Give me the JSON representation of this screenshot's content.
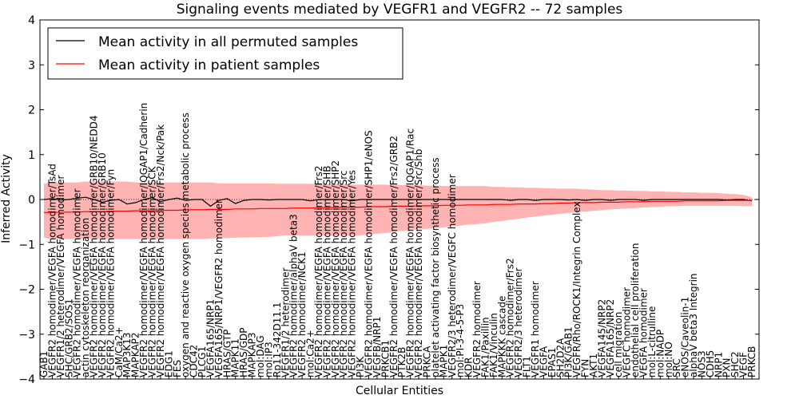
{
  "chart_data": {
    "type": "line",
    "title": "Signaling events mediated by VEGFR1 and VEGFR2 -- 72 samples",
    "xlabel": "Cellular Entities",
    "ylabel": "Inferred Activity",
    "ylim": [
      -4,
      4
    ],
    "yticks": [
      "−4",
      "−3",
      "−2",
      "−1",
      "0",
      "1",
      "2",
      "3",
      "4"
    ],
    "legend": {
      "placement": "top-left",
      "entries": [
        "Mean activity in all permuted samples",
        "Mean activity in patient samples"
      ]
    },
    "colors": {
      "permuted": "#000000",
      "patient": "#ff0000",
      "band": "#ff9999"
    },
    "categories": [
      "GAB1",
      "VEGFR2 homodimer/VEGFA homodimer/TsAd",
      "VEGFR1/2 heterodimer/VEGFA homodimer",
      "SHC/GRB2/SOS1",
      "VEGFR2 homodimer/VEGFA homodimer",
      "actin cytoskeleton reorganization",
      "VEGFR2 homodimer/VEGFA homodimer/GRB10/NEDD4",
      "VEGFR2 homodimer/VEGFA homodimer/GRB10",
      "VEGFR2 homodimer/VEGFA homodimer/Fyn",
      "CaM/Ca2+",
      "MAP3K13",
      "MAPKAP2",
      "VEGFR2 homodimer/VEGFA homodimer/IQGAP1/Cadherin",
      "VEGFR2 homodimer/VEGFA homodimer/SCK",
      "VEGFR2 homodimer/VEGFA homodimer/Frs2/Nck/Pak",
      "EDG1",
      "FES",
      "oxygen and reactive oxygen species metabolic process",
      "CDC42",
      "PLCG1",
      "VEGFA165/NRP1",
      "VEGFA165/NRP1/VEGFR2 homodimer",
      "HRAS/GTP",
      "MAPK11",
      "HRAS/GDP",
      "MAPKAP3",
      "mol:DAG",
      "mol:IP3",
      "Rp11-342D11.1",
      "VEGFR1/2 heterodimer",
      "VEGFR2 homodimer/alphaV beta3",
      "VEGFR2 homodimer/NCK1",
      "mol:Ca2+",
      "VEGFR2 homodimer/VEGFA homodimer/Frs2",
      "VEGFR2 homodimer/VEGFA homodimer/SHB",
      "VEGFR2 homodimer/VEGFA homodimer/SHP2",
      "VEGFR2 homodimer/VEGFA homodimer/Src",
      "VEGFR2 homodimer/VEGFA homodimer/Yes",
      "PI3K",
      "VEGFR2 homodimer/VEGFA homodimer/SHP1/eNOS",
      "VEGFB/NRP1",
      "PRKCB1",
      "VEGFR2 homodimer/VEGFA homodimer/Frs2/GRB2",
      "PTK2B",
      "VEGFR2 homodimer/VEGFA homodimer/IQGAP1/Rac",
      "VEGFR2 homodimer/VEGFA homodimer/Src/Shb",
      "PRKCA",
      "platelet activating factor biosynthetic process",
      "MAPK1",
      "VEGFR2/3 heterodimer/VEGFC homodimer",
      "mol:PI-3-4-5-P3",
      "KDR",
      "VEGFR2 homodimer",
      "FAK1/Paxillin",
      "FAK1/Vinculin",
      "MAPKKK cascade",
      "VEGFR2 homodimer/Frs2",
      "VEGFR2/3 heterodimer",
      "FLT1",
      "VEGFR1 homodimer",
      "VEGFA",
      "EPAS1",
      "SH2D2A",
      "PI3K/GAB1",
      "VEGFR/Rho/ROCK1/Integrin Complex",
      "FYN",
      "AKT1",
      "VEGFA145/NRP2",
      "VEGFA165/NRP2",
      "cell migration",
      "VEGFC homodimer",
      "endothelial cell proliferation",
      "VEGFA homodimer",
      "mol:L-citrulline",
      "mol:NADP",
      "mol:NO",
      "SRC",
      "eNOS/Caveolin-1",
      "alphaV beta3 Integrin",
      "NOS3",
      "CDH5",
      "NRP1",
      "PXN",
      "SHC2",
      "VEGF",
      "PRKCB"
    ],
    "series": [
      {
        "name": "Mean activity in all permuted samples",
        "values": [
          0,
          0.02,
          -0.01,
          0,
          0.03,
          0.05,
          0,
          -0.06,
          -0.02,
          0,
          -0.1,
          -0.07,
          0,
          0.04,
          -0.05,
          0,
          0.03,
          -0.02,
          0,
          0,
          -0.15,
          -0.02,
          0.02,
          -0.09,
          -0.02,
          0,
          0,
          -0.01,
          0,
          0,
          0,
          0,
          -0.03,
          0,
          0,
          0,
          0,
          -0.03,
          0,
          0,
          0,
          0,
          0,
          0,
          0,
          0,
          0,
          0,
          0,
          0,
          0,
          0,
          0,
          0,
          0,
          0,
          -0.02,
          0,
          0,
          -0.02,
          0,
          0,
          0,
          -0.01,
          0,
          -0.02,
          0,
          0,
          -0.02,
          0,
          0,
          0,
          -0.02,
          0,
          0,
          0,
          0,
          0,
          0,
          0,
          0,
          0,
          -0.01,
          0,
          0,
          -0.03
        ]
      },
      {
        "name": "Mean activity in patient samples",
        "values": [
          -0.29,
          -0.29,
          -0.28,
          -0.28,
          -0.28,
          -0.27,
          -0.27,
          -0.27,
          -0.26,
          -0.26,
          -0.26,
          -0.25,
          -0.25,
          -0.25,
          -0.24,
          -0.24,
          -0.24,
          -0.23,
          -0.23,
          -0.23,
          -0.22,
          -0.22,
          -0.22,
          -0.21,
          -0.21,
          -0.21,
          -0.2,
          -0.2,
          -0.2,
          -0.2,
          -0.19,
          -0.19,
          -0.19,
          -0.18,
          -0.18,
          -0.18,
          -0.17,
          -0.17,
          -0.17,
          -0.16,
          -0.16,
          -0.16,
          -0.15,
          -0.15,
          -0.15,
          -0.14,
          -0.14,
          -0.14,
          -0.13,
          -0.13,
          -0.13,
          -0.12,
          -0.12,
          -0.12,
          -0.11,
          -0.11,
          -0.11,
          -0.1,
          -0.1,
          -0.1,
          -0.09,
          -0.09,
          -0.08,
          -0.08,
          -0.07,
          -0.07,
          -0.07,
          -0.06,
          -0.06,
          -0.06,
          -0.05,
          -0.05,
          -0.05,
          -0.04,
          -0.04,
          -0.04,
          -0.04,
          -0.03,
          -0.03,
          -0.03,
          -0.03,
          -0.03,
          -0.02,
          -0.02,
          -0.02,
          -0.02
        ]
      }
    ],
    "band": {
      "upper": [
        0.35,
        0.38,
        0.38,
        0.38,
        0.38,
        0.4,
        0.4,
        0.4,
        0.4,
        0.4,
        0.4,
        0.38,
        0.38,
        0.38,
        0.38,
        0.38,
        0.38,
        0.38,
        0.38,
        0.38,
        0.38,
        0.36,
        0.36,
        0.36,
        0.36,
        0.36,
        0.36,
        0.36,
        0.35,
        0.35,
        0.35,
        0.35,
        0.35,
        0.34,
        0.34,
        0.34,
        0.34,
        0.33,
        0.33,
        0.33,
        0.33,
        0.33,
        0.32,
        0.32,
        0.32,
        0.32,
        0.31,
        0.31,
        0.3,
        0.3,
        0.3,
        0.3,
        0.3,
        0.3,
        0.28,
        0.28,
        0.27,
        0.27,
        0.26,
        0.26,
        0.25,
        0.25,
        0.24,
        0.24,
        0.24,
        0.23,
        0.22,
        0.21,
        0.21,
        0.2,
        0.2,
        0.19,
        0.19,
        0.18,
        0.18,
        0.17,
        0.17,
        0.16,
        0.16,
        0.15,
        0.15,
        0.14,
        0.13,
        0.12,
        0.1,
        0.05
      ],
      "lower": [
        -0.85,
        -0.88,
        -0.88,
        -0.88,
        -0.88,
        -0.88,
        -0.88,
        -0.88,
        -0.88,
        -0.88,
        -0.88,
        -0.88,
        -0.88,
        -0.88,
        -0.88,
        -0.88,
        -0.88,
        -0.88,
        -0.88,
        -0.88,
        -0.87,
        -0.86,
        -0.86,
        -0.85,
        -0.85,
        -0.84,
        -0.84,
        -0.83,
        -0.82,
        -0.8,
        -0.8,
        -0.8,
        -0.8,
        -0.8,
        -0.8,
        -0.8,
        -0.8,
        -0.8,
        -0.8,
        -0.78,
        -0.76,
        -0.75,
        -0.72,
        -0.7,
        -0.68,
        -0.66,
        -0.65,
        -0.64,
        -0.62,
        -0.6,
        -0.58,
        -0.56,
        -0.55,
        -0.53,
        -0.5,
        -0.48,
        -0.45,
        -0.43,
        -0.4,
        -0.38,
        -0.36,
        -0.34,
        -0.32,
        -0.3,
        -0.28,
        -0.27,
        -0.25,
        -0.24,
        -0.22,
        -0.21,
        -0.2,
        -0.19,
        -0.18,
        -0.17,
        -0.16,
        -0.15,
        -0.15,
        -0.14,
        -0.14,
        -0.14,
        -0.14,
        -0.14,
        -0.14,
        -0.14,
        -0.15,
        -0.15
      ]
    }
  }
}
